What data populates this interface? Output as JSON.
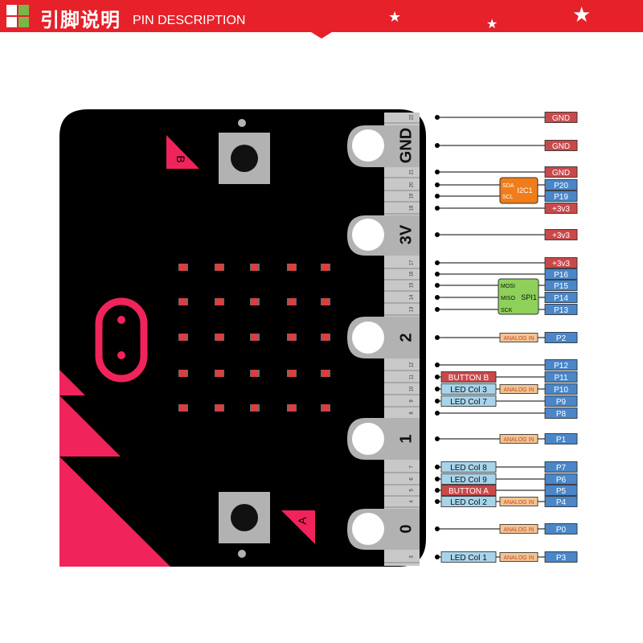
{
  "header": {
    "title_cn": "引脚说明",
    "title_en": "PIN DESCRIPTION",
    "decor_icons": [
      "star-icon",
      "star-icon",
      "star-icon"
    ],
    "logo_colors": [
      "#ffffff",
      "#7ab648",
      "#ffffff",
      "#7ab648"
    ],
    "accent_color": "#e6212a"
  },
  "board": {
    "body_color": "#000000",
    "accent_color": "#f0245a",
    "button_b_label": "B",
    "button_a_label": "A",
    "big_pads": [
      "GND",
      "3V",
      "2",
      "1",
      "0"
    ],
    "small_pin_numbers": [
      "22",
      "21",
      "20",
      "19",
      "18",
      "17",
      "16",
      "15",
      "14",
      "13",
      "12",
      "11",
      "10",
      "9",
      "8",
      "7",
      "6",
      "5",
      "4",
      "3"
    ],
    "led_matrix_rows": 5,
    "led_matrix_cols": 5
  },
  "pins": [
    {
      "label": "GND",
      "type": "power"
    },
    {
      "label": "GND",
      "type": "power"
    },
    {
      "label": "GND",
      "type": "power"
    },
    {
      "label": "P20",
      "type": "digital",
      "badges": [
        {
          "text": "SDA",
          "kind": "group-sda"
        }
      ]
    },
    {
      "label": "P19",
      "type": "digital",
      "badges": [
        {
          "text": "SCL",
          "kind": "group-scl"
        }
      ]
    },
    {
      "label": "+3v3",
      "type": "power"
    },
    {
      "label": "+3v3",
      "type": "power"
    },
    {
      "label": "+3v3",
      "type": "power"
    },
    {
      "label": "P16",
      "type": "digital"
    },
    {
      "label": "P15",
      "type": "digital",
      "badges": [
        {
          "text": "MOSI",
          "kind": "group"
        }
      ]
    },
    {
      "label": "P14",
      "type": "digital",
      "badges": [
        {
          "text": "MISO",
          "kind": "group"
        }
      ]
    },
    {
      "label": "P13",
      "type": "digital",
      "badges": [
        {
          "text": "SCK",
          "kind": "group"
        }
      ]
    },
    {
      "label": "P2",
      "type": "digital",
      "badges": [
        {
          "text": "ANALOG IN",
          "kind": "analog"
        }
      ]
    },
    {
      "label": "P12",
      "type": "digital"
    },
    {
      "label": "P11",
      "type": "digital",
      "badges": [
        {
          "text": "BUTTON B",
          "kind": "button"
        }
      ]
    },
    {
      "label": "P10",
      "type": "digital",
      "badges": [
        {
          "text": "LED Col 3",
          "kind": "led"
        },
        {
          "text": "ANALOG IN",
          "kind": "analog"
        }
      ]
    },
    {
      "label": "P9",
      "type": "digital",
      "badges": [
        {
          "text": "LED Col 7",
          "kind": "led"
        }
      ]
    },
    {
      "label": "P8",
      "type": "digital"
    },
    {
      "label": "P1",
      "type": "digital",
      "badges": [
        {
          "text": "ANALOG IN",
          "kind": "analog"
        }
      ]
    },
    {
      "label": "P7",
      "type": "digital",
      "badges": [
        {
          "text": "LED Col 8",
          "kind": "led"
        }
      ]
    },
    {
      "label": "P6",
      "type": "digital",
      "badges": [
        {
          "text": "LED Col 9",
          "kind": "led"
        }
      ]
    },
    {
      "label": "P5",
      "type": "digital",
      "badges": [
        {
          "text": "BUTTON A",
          "kind": "button"
        }
      ]
    },
    {
      "label": "P4",
      "type": "digital",
      "badges": [
        {
          "text": "LED Col 2",
          "kind": "led"
        },
        {
          "text": "ANALOG IN",
          "kind": "analog"
        }
      ]
    },
    {
      "label": "P0",
      "type": "digital",
      "badges": [
        {
          "text": "ANALOG IN",
          "kind": "analog"
        }
      ]
    },
    {
      "label": "P3",
      "type": "digital",
      "badges": [
        {
          "text": "LED Col 1",
          "kind": "led"
        },
        {
          "text": "ANALOG IN",
          "kind": "analog"
        }
      ]
    }
  ],
  "groups": {
    "i2c": {
      "label": "I2C1",
      "color": "#f07d1a"
    },
    "spi": {
      "label": "SPI1",
      "color": "#8ed05a"
    }
  },
  "colors": {
    "power": "#c9494b",
    "digital": "#4a86c8",
    "led": "#a8d4ea",
    "analog": "#f5c392",
    "button": "#c9494b"
  }
}
